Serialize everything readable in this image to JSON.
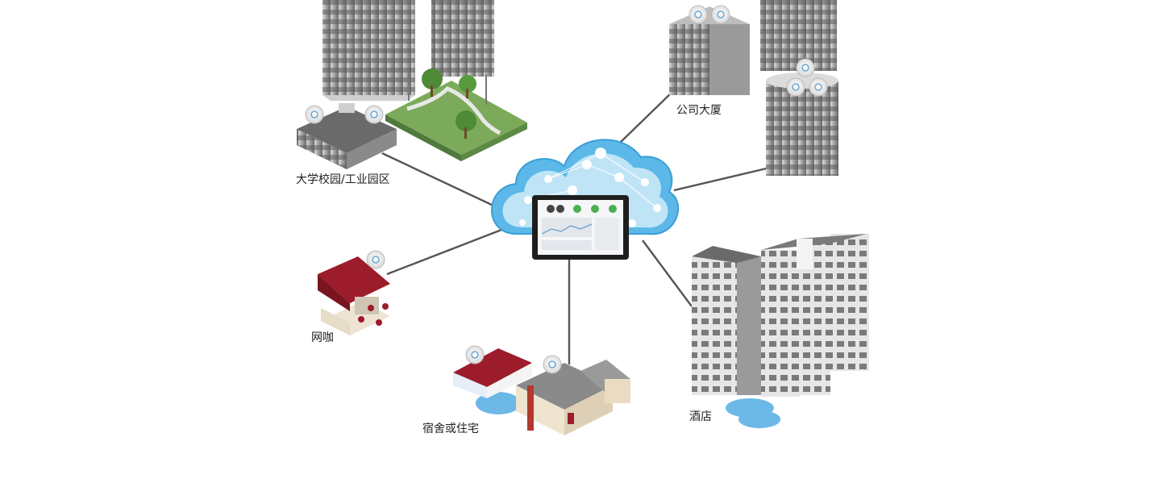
{
  "labels": {
    "campus": "大学校园/工业园区",
    "office": "公司大厦",
    "cafe": "网咖",
    "residence": "宿舍或住宅",
    "hotel": "酒店"
  },
  "colors": {
    "cloud_blue": "#5bb8e8",
    "cloud_light": "#bfe4f6",
    "line": "#555555",
    "roof_red": "#9c1c2b",
    "grass": "#7bab5a",
    "pool": "#6cb8e6"
  },
  "icons": [
    "cloud-icon",
    "tablet-icon",
    "access-point-icon",
    "building-icon",
    "house-icon",
    "tree-icon"
  ]
}
